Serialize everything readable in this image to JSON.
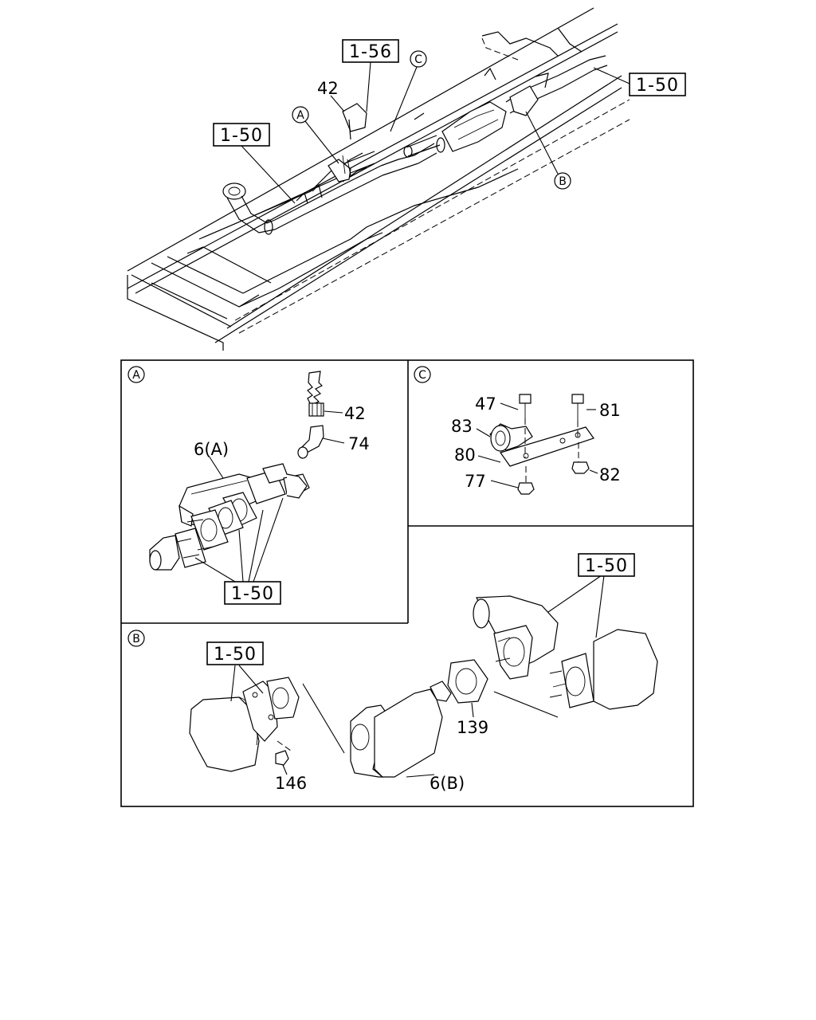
{
  "overview": {
    "refs": {
      "r156": "1-56",
      "r150_left": "1-50",
      "r150_right": "1-50"
    },
    "callouts": {
      "a": "A",
      "b": "B",
      "c": "C"
    },
    "part_42": "42"
  },
  "panel_a": {
    "letter": "A",
    "parts": {
      "p42": "42",
      "p74": "74",
      "p6a": "6(A)"
    },
    "ref": "1-50"
  },
  "panel_c": {
    "letter": "C",
    "parts": {
      "p47": "47",
      "p81": "81",
      "p83": "83",
      "p80": "80",
      "p82": "82",
      "p77": "77"
    }
  },
  "panel_b": {
    "letter": "B",
    "parts": {
      "p139": "139",
      "p146": "146",
      "p6b": "6(B)"
    },
    "ref_left": "1-50",
    "ref_right": "1-50"
  }
}
